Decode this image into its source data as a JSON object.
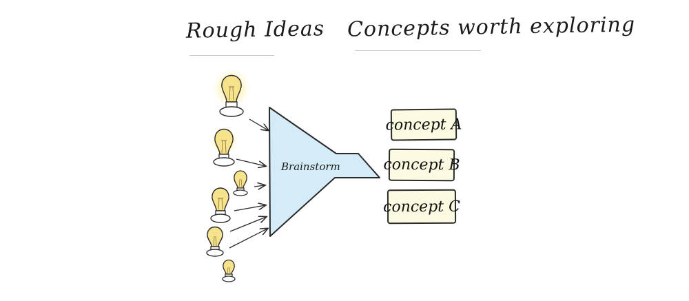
{
  "headings": {
    "rough_ideas": "Rough Ideas",
    "concepts": "Concepts worth exploring"
  },
  "funnel": {
    "label": "Brainstorm",
    "fill_color": "#d3ecf7"
  },
  "concepts": [
    {
      "label": "concept A"
    },
    {
      "label": "concept B"
    },
    {
      "label": "concept C"
    }
  ],
  "ideas": [
    {
      "icon": "lightbulb-icon",
      "glow": true
    },
    {
      "icon": "lightbulb-icon",
      "glow": false
    },
    {
      "icon": "lightbulb-icon",
      "glow": false
    },
    {
      "icon": "lightbulb-icon",
      "glow": false
    },
    {
      "icon": "lightbulb-icon",
      "glow": false
    },
    {
      "icon": "lightbulb-icon",
      "glow": false
    }
  ],
  "colors": {
    "bulb_fill": "#f6e38c",
    "bulb_glow": "#fbf3b8",
    "concept_box_fill": "#fcfbe1",
    "stroke": "#2a2a2a"
  }
}
